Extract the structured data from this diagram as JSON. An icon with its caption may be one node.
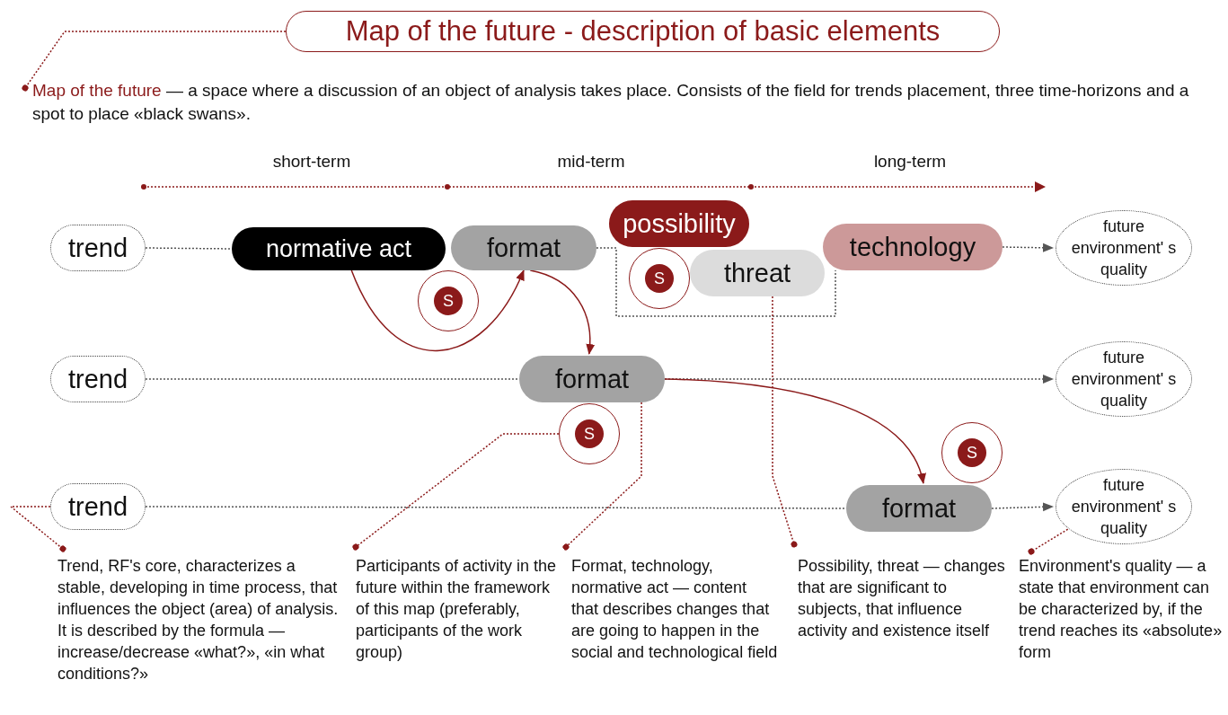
{
  "diagram": {
    "nodes": [
      {
        "text": [
          "Map of the future - description of basic elements"
        ]
      },
      {
        "text": [
          "Map of the future",
          "— a space where a discussion of an object of analysis takes place. Consists of the field for trends placement, three time-horizons and a spot to place «black swans»."
        ]
      },
      {
        "text": [
          "trend"
        ]
      },
      {
        "text": [
          "normative act"
        ]
      },
      {
        "text": [
          "format"
        ]
      },
      {
        "text": [
          "S"
        ]
      },
      {
        "text": [
          "possibility"
        ]
      },
      {
        "text": [
          "S"
        ]
      },
      {
        "text": [
          "threat"
        ]
      },
      {
        "text": [
          "technology"
        ]
      },
      {
        "text": [
          "future environment' s quality"
        ]
      },
      {
        "text": [
          "trend"
        ]
      },
      {
        "text": [
          "format"
        ]
      },
      {
        "text": [
          "S"
        ]
      },
      {
        "text": [
          "future environment' s quality"
        ]
      },
      {
        "text": [
          "trend"
        ]
      },
      {
        "text": [
          "format"
        ]
      },
      {
        "text": [
          "S"
        ]
      },
      {
        "text": [
          "future environment' s quality"
        ]
      },
      {
        "text": [
          "Trend, RF's core, characterizes a stable, developing in time process, that influences the object (area) of analysis. It is described by the formula — increase/decrease «what?», «in what conditions?»"
        ]
      },
      {
        "text": [
          "Participants of activity in the future within the framework of this map (preferably, participants of the work group)"
        ]
      },
      {
        "text": [
          "Format, technology, normative act — content that describes changes that are going to happen in the social and technological field"
        ]
      },
      {
        "text": [
          "Possibility, threat — changes that are significant to subjects, that influence activity and existence itself"
        ]
      },
      {
        "text": [
          "Environment's quality — a state that environment can be characterized by, if the trend reaches its «absolute» form"
        ]
      }
    ],
    "edges": [
      {
        "from": 0,
        "to": 1,
        "arrow": "other",
        "style": "dashed"
      },
      {
        "from": 2,
        "to": 3,
        "arrow": "none",
        "style": "dashed",
        "color": "#555555"
      },
      {
        "from": 4,
        "to": 9,
        "arrow": "none",
        "style": "dashed",
        "color": "#555555"
      },
      {
        "from": 9,
        "to": 10,
        "arrow": "to",
        "style": "dashed",
        "color": "#555555"
      },
      {
        "from": 3,
        "to": 4,
        "arrow": "to"
      },
      {
        "from": 4,
        "to": 12,
        "arrow": "to"
      },
      {
        "from": 11,
        "to": 12,
        "arrow": "none",
        "style": "dashed",
        "color": "#555555"
      },
      {
        "from": 12,
        "to": 14,
        "arrow": "to",
        "style": "dashed",
        "color": "#555555"
      },
      {
        "from": 12,
        "to": 16,
        "arrow": "to"
      },
      {
        "from": 15,
        "to": 16,
        "arrow": "none",
        "style": "dashed",
        "color": "#555555"
      },
      {
        "from": 16,
        "to": 18,
        "arrow": "to",
        "style": "dashed",
        "color": "#555555"
      },
      {
        "from": 15,
        "to": 19,
        "arrow": "other",
        "style": "dashed"
      },
      {
        "from": 13,
        "to": 20,
        "arrow": "other",
        "style": "dashed"
      },
      {
        "from": 12,
        "to": 21,
        "arrow": "other",
        "style": "dashed"
      },
      {
        "from": 8,
        "to": 22,
        "arrow": "other",
        "style": "dashed"
      },
      {
        "from": 18,
        "to": 23,
        "arrow": "other",
        "style": "dashed"
      }
    ],
    "labels": [
      "short-term",
      "mid-term",
      "long-term"
    ]
  }
}
